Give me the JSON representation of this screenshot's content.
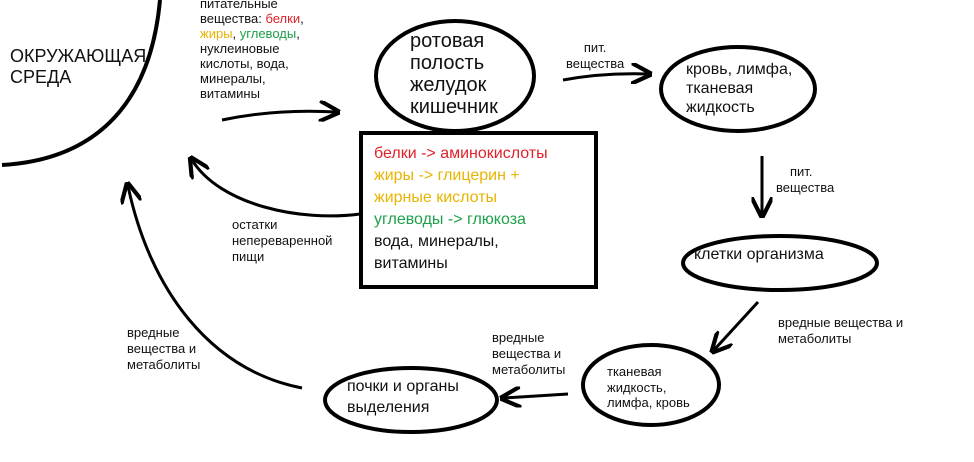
{
  "colors": {
    "proteins": "#e0222a",
    "fats": "#e8b400",
    "carbs": "#1fa04a",
    "ink": "#000000"
  },
  "environment": {
    "line1": "ОКРУЖАЮЩАЯ",
    "line2": "СРЕДА"
  },
  "nutrients": {
    "line1": "питательные",
    "line2_prefix": "вещества: ",
    "proteins": "белки",
    "comma1": ",",
    "fats": "жиры",
    "comma2": ", ",
    "carbs": "углеводы",
    "comma3": ",",
    "line4": "нуклеиновые",
    "line5": "кислоты, вода,",
    "line6": "минералы,",
    "line7": "витамины"
  },
  "mouth": {
    "line1": "ротовая",
    "line2": "полость",
    "line3": "желудок",
    "line4": "кишечник"
  },
  "digestion": {
    "proteins": "белки -> аминокислоты",
    "fats1": "жиры -> глицерин +",
    "fats2": "жирные кислоты",
    "carbs": "углеводы -> глюкоза",
    "other1": "вода, минералы,",
    "other2": "витамины"
  },
  "residue": {
    "line1": "остатки",
    "line2": "непереваренной",
    "line3": "пищи"
  },
  "pit1": {
    "line1": "пит.",
    "line2": "вещества"
  },
  "blood": {
    "line1": "кровь, лимфа,",
    "line2": "тканевая",
    "line3": "жидкость"
  },
  "pit2": {
    "line1": "пит.",
    "line2": "вещества"
  },
  "cells": {
    "label": "клетки организма"
  },
  "harmful_right": {
    "line1": "вредные вещества и",
    "line2": "метаболиты"
  },
  "tissue": {
    "line1": "тканевая",
    "line2": "жидкость,",
    "line3": "лимфа, кровь"
  },
  "harmful_mid": {
    "line1": "вредные",
    "line2": "вещества и",
    "line3": "метаболиты"
  },
  "kidneys": {
    "line1": "почки и органы",
    "line2": "выделения"
  },
  "harmful_left": {
    "line1": "вредные",
    "line2": "вещества и",
    "line3": "метаболиты"
  }
}
